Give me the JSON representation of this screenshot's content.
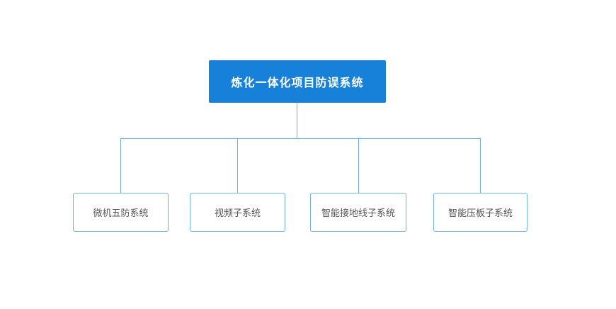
{
  "diagram": {
    "title": "炼化一体化项目防误系统",
    "root": {
      "label": "炼化一体化项目防误系统"
    },
    "children": [
      {
        "label": "微机五防系统"
      },
      {
        "label": "视频子系统"
      },
      {
        "label": "智能接地线子系统"
      },
      {
        "label": "智能压板子系统"
      }
    ],
    "colors": {
      "root_background": "#1780d9",
      "root_text": "#ffffff",
      "child_border": "#6fb0e8",
      "child_text": "#555555",
      "connector_line": "#6fb0e8",
      "canvas_background": "#ffffff"
    }
  }
}
